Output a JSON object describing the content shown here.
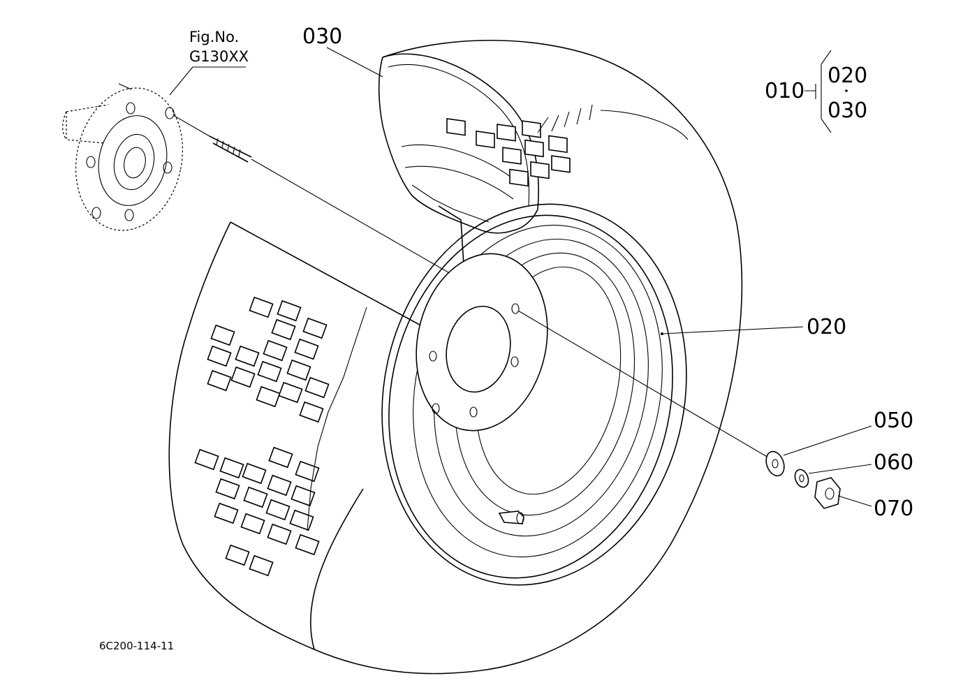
{
  "figure_ref": {
    "label": "Fig.No.",
    "number": "G130XX"
  },
  "drawing_code": "6C200-114-11",
  "callouts": {
    "tire": "030",
    "rim": "020",
    "washer": "050",
    "spring_washer": "060",
    "nut": "070"
  },
  "assembly": {
    "parent": "010",
    "child_top": "020",
    "child_bottom": "030"
  }
}
